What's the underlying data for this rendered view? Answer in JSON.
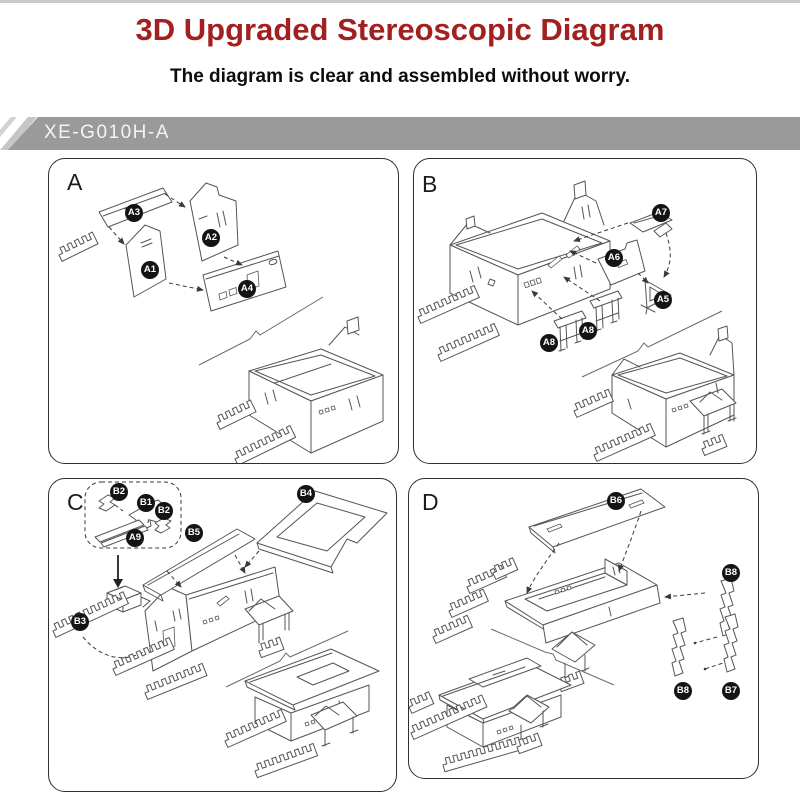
{
  "header": {
    "title": "3D Upgraded Stereoscopic Diagram",
    "subtitle": "The diagram is clear and assembled without worry.",
    "model_code": "XE-G010H-A"
  },
  "colors": {
    "title_red": "#a32021",
    "banner_gray": "#9a9a9a",
    "banner_stripe_gray": "#c6c6c6",
    "badge_black": "#141414",
    "line_art_gray": "#555555",
    "panel_border": "#2f2f2f"
  },
  "panels": [
    {
      "letter": "A",
      "badges": [
        "A3",
        "A2",
        "A1",
        "A4"
      ]
    },
    {
      "letter": "B",
      "badges": [
        "A7",
        "A6",
        "A5",
        "A8",
        "A8"
      ]
    },
    {
      "letter": "C",
      "badges": [
        "B2",
        "B1",
        "B2",
        "A9",
        "B5",
        "B4",
        "B3"
      ]
    },
    {
      "letter": "D",
      "badges": [
        "B6",
        "B8",
        "B8",
        "B7"
      ]
    }
  ]
}
